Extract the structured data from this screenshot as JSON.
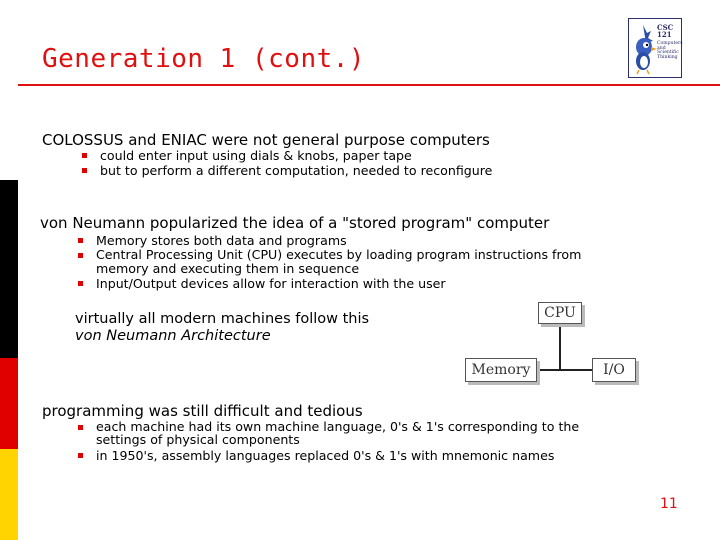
{
  "slide": {
    "title": "Generation 1 (cont.)",
    "logo": {
      "course": "CSC 121",
      "subtitle_lines": [
        "Computers",
        "and",
        "Scientific",
        "Thinking"
      ],
      "icon": "bluejay-mascot-icon"
    },
    "sections": [
      {
        "heading": "COLOSSUS and ENIAC were not general purpose computers",
        "items": [
          "could enter input using dials & knobs, paper tape",
          "but to perform a different computation, needed to reconfigure"
        ]
      },
      {
        "heading": "von Neumann popularized the idea of a \"stored program\" computer",
        "items": [
          "Memory stores both data and programs",
          "Central Processing Unit (CPU) executes by loading program instructions from\nmemory and executing them in sequence",
          "Input/Output devices allow for interaction with the user"
        ]
      },
      {
        "heading": "programming was still difficult and tedious",
        "items": [
          "each machine had its own machine language, 0's & 1's corresponding to the\nsettings of physical components",
          "in 1950's, assembly languages replaced 0's & 1's with mnemonic names"
        ]
      }
    ],
    "architecture_note": {
      "line1": "virtually all modern machines follow this",
      "line2": "von Neumann Architecture"
    },
    "diagram": {
      "cpu": "CPU",
      "memory": "Memory",
      "io": "I/O"
    },
    "page_number": "11",
    "colors": {
      "accent": "#e01010",
      "bullet": "#e00000",
      "stripe_black": "#000000",
      "stripe_red": "#e00000",
      "stripe_yellow": "#ffd400"
    }
  }
}
